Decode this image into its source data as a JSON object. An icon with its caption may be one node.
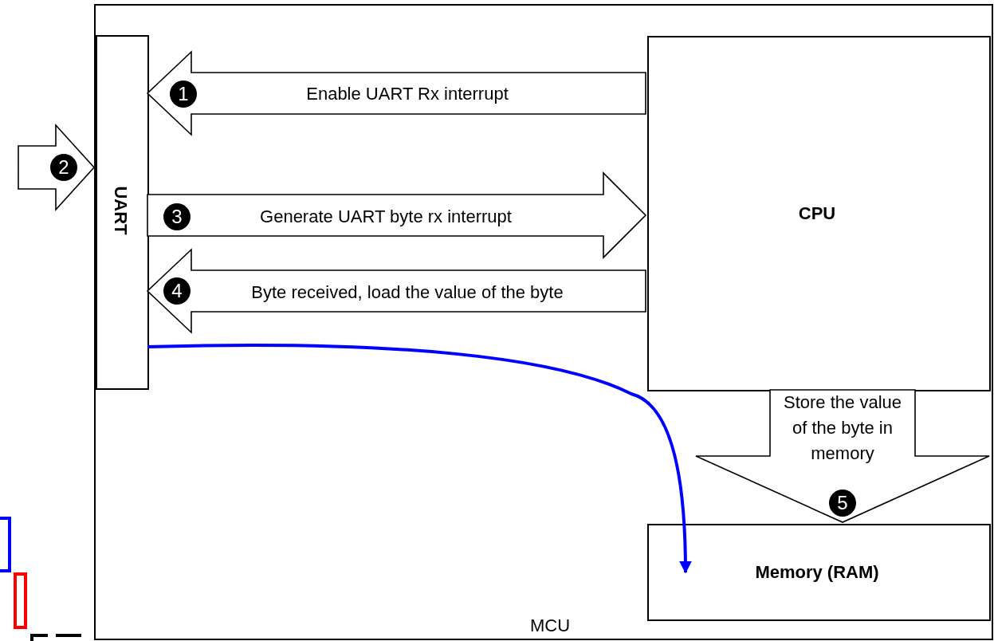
{
  "diagram": {
    "nodes": [
      {
        "text": [
          "MCU"
        ]
      },
      {
        "text": [
          "UART"
        ],
        "in": 0
      },
      {
        "text": [
          "CPU"
        ],
        "in": 0
      },
      {
        "text": [
          "Memory (RAM)"
        ],
        "in": 0
      }
    ],
    "edges": [
      {
        "from": 2,
        "to": 1,
        "arrow": "to",
        "label": "Enable UART Rx interrupt"
      },
      {
        "from": null,
        "to": 1,
        "arrow": "to"
      },
      {
        "from": 1,
        "to": 2,
        "arrow": "to",
        "label": "Generate UART byte rx interrupt"
      },
      {
        "from": 2,
        "to": 1,
        "arrow": "to",
        "label": "Byte received, load the value of the byte"
      },
      {
        "from": 2,
        "to": 3,
        "arrow": "to",
        "label": "Store the value of the byte in memory"
      },
      {
        "from": 1,
        "to": 3,
        "arrow": "to",
        "color": "#0000ff"
      }
    ],
    "labels": [
      "1",
      "2",
      "3",
      "4",
      "5"
    ]
  }
}
